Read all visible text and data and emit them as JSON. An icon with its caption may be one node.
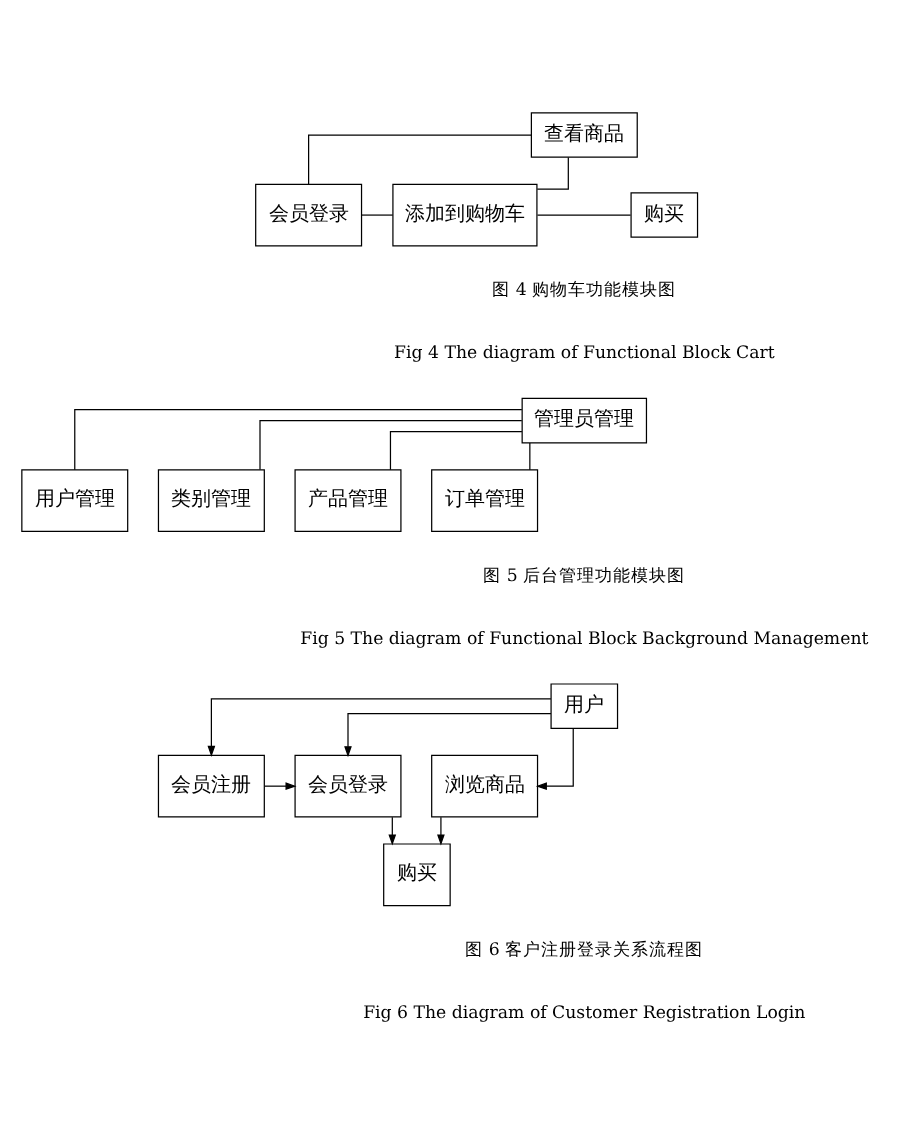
{
  "diagram": {
    "nodes": [
      {
        "text": [
          "查看商品"
        ]
      },
      {
        "text": [
          "会员登录"
        ]
      },
      {
        "text": [
          "添加到购物车"
        ]
      },
      {
        "text": [
          "购买"
        ]
      },
      {
        "text": [
          "管理员管理"
        ]
      },
      {
        "text": [
          "用户管理"
        ]
      },
      {
        "text": [
          "类别管理"
        ]
      },
      {
        "text": [
          "产品管理"
        ]
      },
      {
        "text": [
          "订单管理"
        ]
      },
      {
        "text": [
          "用户"
        ]
      },
      {
        "text": [
          "会员注册"
        ]
      },
      {
        "text": [
          "会员登录"
        ]
      },
      {
        "text": [
          "浏览商品"
        ]
      },
      {
        "text": [
          "购买"
        ]
      }
    ],
    "edges": [
      {
        "from": 0,
        "to": 1,
        "arrow": "none"
      },
      {
        "from": 0,
        "to": 2,
        "arrow": "none"
      },
      {
        "from": 1,
        "to": 2,
        "arrow": "none"
      },
      {
        "from": 2,
        "to": 3,
        "arrow": "none"
      },
      {
        "from": 4,
        "to": 5,
        "arrow": "none"
      },
      {
        "from": 4,
        "to": 6,
        "arrow": "none"
      },
      {
        "from": 4,
        "to": 7,
        "arrow": "none"
      },
      {
        "from": 4,
        "to": 8,
        "arrow": "none"
      },
      {
        "from": 9,
        "to": 10,
        "arrow": "to"
      },
      {
        "from": 9,
        "to": 11,
        "arrow": "to"
      },
      {
        "from": 9,
        "to": 12,
        "arrow": "to"
      },
      {
        "from": 10,
        "to": 11,
        "arrow": "to"
      },
      {
        "from": 11,
        "to": 13,
        "arrow": "to"
      },
      {
        "from": 12,
        "to": 13,
        "arrow": "to"
      }
    ],
    "labels": [
      "图 4 购物车功能模块图",
      "Fig 4 The diagram of Functional Block Cart",
      "图 5 后台管理功能模块图",
      "Fig 5 The diagram of Functional Block Background Management",
      "图 6 客户注册登录关系流程图",
      "Fig 6 The diagram of Customer Registration Login"
    ]
  }
}
